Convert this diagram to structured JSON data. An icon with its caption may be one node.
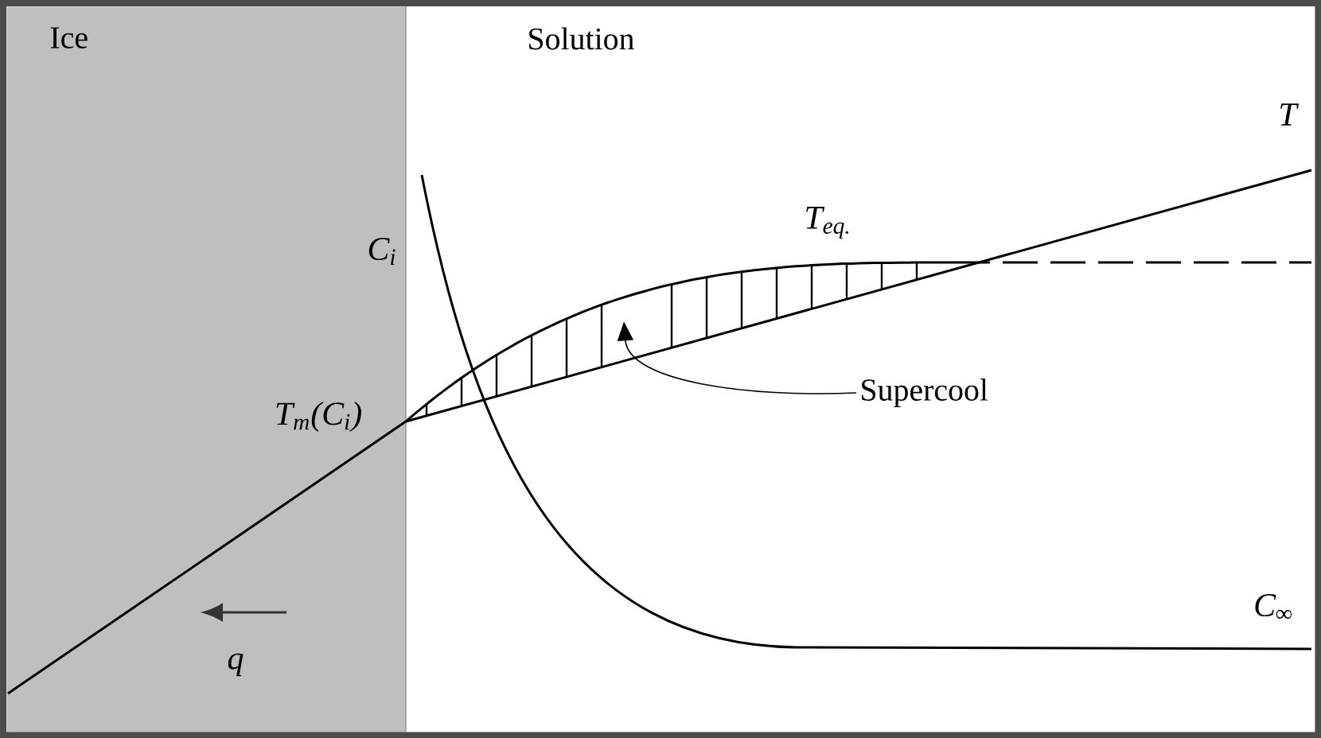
{
  "diagram": {
    "nodes": [
      {
        "text": [
          "Ice"
        ]
      },
      {
        "text": [
          "Solution"
        ]
      },
      {
        "text": [
          "Supercool"
        ],
        "in": 1
      },
      {
        "text": [],
        "shape": "region",
        "in": 1
      }
    ],
    "edges": [
      {
        "from": 2,
        "to": 3,
        "arrow": "to"
      }
    ],
    "labels": [
      "T",
      "C$_{i}$",
      "T$_{eq.}$",
      "T$_{m}$(C$_{i}$)",
      "C$_{∞}$",
      "q"
    ]
  }
}
